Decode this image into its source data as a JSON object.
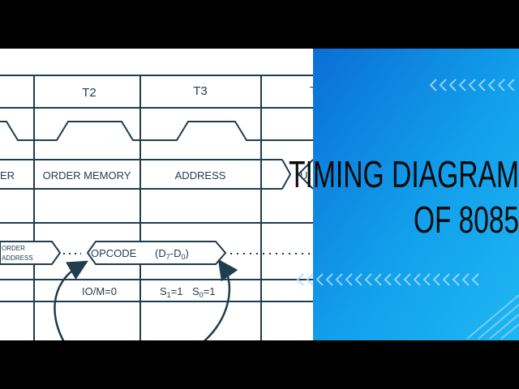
{
  "diagram": {
    "columns": [
      "T2",
      "T3",
      "T"
    ],
    "row_address": {
      "left": "ER",
      "t2": "ORDER MEMORY",
      "t3": "ADDRESS",
      "t4": "U"
    },
    "row_data": {
      "left_line1": "ORDER",
      "left_line2": "ADDRESS",
      "opcode": "OPCODE",
      "range_open": "(D",
      "range_sub1": "7",
      "range_mid": "-D",
      "range_sub2": "0",
      "range_close": ")"
    },
    "row_status": {
      "iom": "IO/M=0",
      "s1_prefix": "S",
      "s1_sub": "1",
      "s1_val": "=1",
      "s0_prefix": "S",
      "s0_sub": "0",
      "s0_val": "=1"
    }
  },
  "banner": {
    "title_line1": "TIMING DIAGRAM",
    "title_line2": "OF 8085"
  },
  "colors": {
    "diagram_bg": "#ffffff",
    "diagram_line": "#1e3d4d",
    "banner_gradient_start": "#0a70d8",
    "banner_gradient_end": "#1eb4f0",
    "banner_text": "#0a0a0a",
    "chevron": "#8fd0f5"
  }
}
